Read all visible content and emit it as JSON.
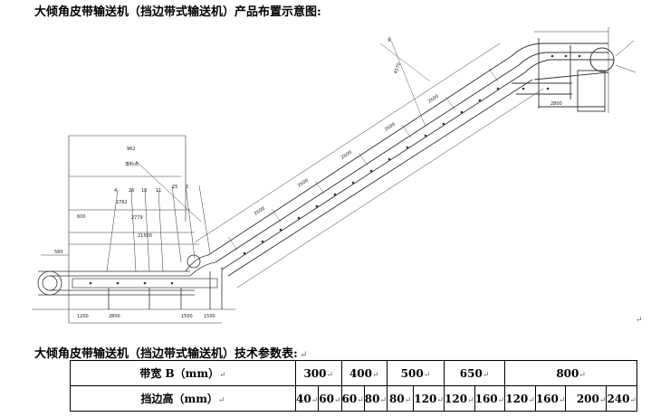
{
  "header": {
    "diagram_title": "大倾角皮带输送机（挡边带式输送机）产品布置示意图:",
    "table_title": "大倾角皮带输送机（挡边带式输送机）技术参数表:",
    "paragraph_mark": "↵"
  },
  "drawing": {
    "labels": {
      "feed_point": "落料点",
      "dims_left": [
        "580",
        "600"
      ],
      "dims_bottom": [
        "1200",
        "2800",
        "1500",
        "1500"
      ],
      "dims_top": [
        "962",
        "2762",
        "2779",
        "21500"
      ],
      "dims_incline": [
        "2600",
        "2600",
        "2600",
        "2600",
        "2600"
      ],
      "dims_right": [
        "2800",
        "4570"
      ],
      "parts": [
        "4",
        "26",
        "18",
        "11",
        "25",
        "3",
        "9"
      ]
    }
  },
  "table": {
    "rows": [
      {
        "label": "带宽 B（mm）",
        "cells": [
          {
            "text": "300",
            "span": 2
          },
          {
            "text": "400",
            "span": 2
          },
          {
            "text": "500",
            "span": 2
          },
          {
            "text": "650",
            "span": 2
          },
          {
            "text": "800",
            "span": 4
          }
        ]
      },
      {
        "label": "挡边高（mm）",
        "cells": [
          {
            "text": "40",
            "span": 1
          },
          {
            "text": "60",
            "span": 1
          },
          {
            "text": "60",
            "span": 1
          },
          {
            "text": "80",
            "span": 1
          },
          {
            "text": "80",
            "span": 1
          },
          {
            "text": "120",
            "span": 1
          },
          {
            "text": "120",
            "span": 1
          },
          {
            "text": "160",
            "span": 1
          },
          {
            "text": "120",
            "span": 1
          },
          {
            "text": "160",
            "span": 1
          },
          {
            "text": "200",
            "span": 1
          },
          {
            "text": "240",
            "span": 1
          }
        ]
      }
    ]
  }
}
